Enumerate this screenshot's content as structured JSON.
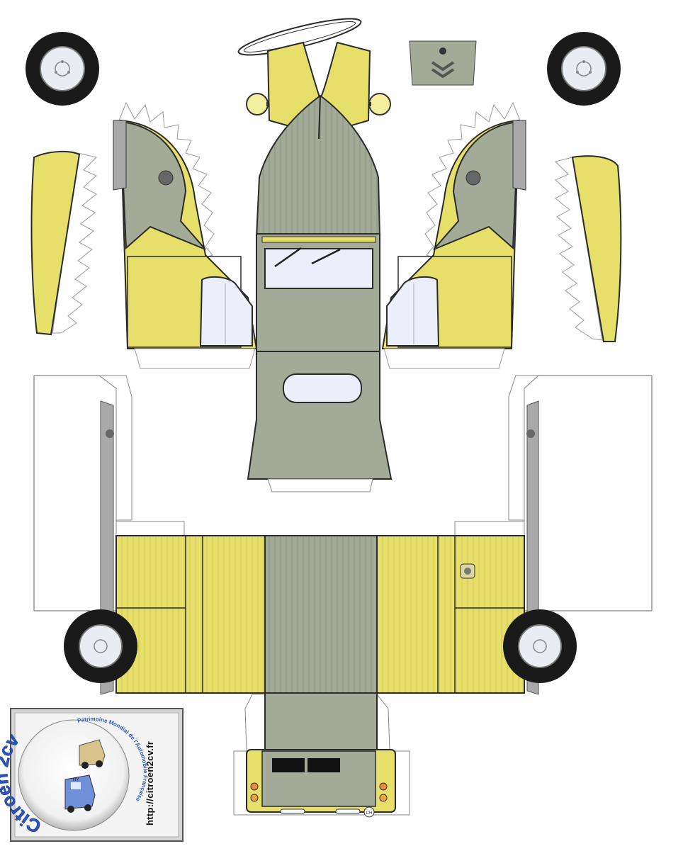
{
  "colors": {
    "yellow": "#e6df6a",
    "grey_green": "#a3ab98",
    "window": "#eceffa",
    "outline": "#2a2a2a",
    "tab": "#ffffff",
    "tire": "#1a1a1a",
    "hub": "#e9ecf3",
    "light": "#f3ef9c",
    "indicator": "#f08a3a",
    "plate": "#111111"
  },
  "logo": {
    "brand": "Citroen 2cv",
    "ring_text": "Patrimoine Mondial de l'Automobile Française",
    "van_badge": "HY",
    "url": "http://citroen2cv.fr"
  },
  "pieces": {
    "front_badge": "chevron-emblem",
    "rear_marking": "CH"
  }
}
